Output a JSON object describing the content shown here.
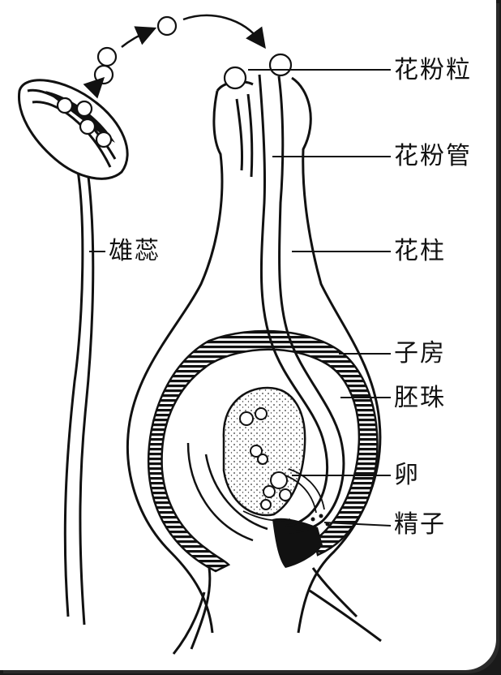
{
  "labels": {
    "pollen_grain": "花粉粒",
    "pollen_tube": "花粉管",
    "style": "花柱",
    "stamen": "雄蕊",
    "ovary": "子房",
    "ovule": "胚珠",
    "egg": "卵",
    "sperm": "精子"
  },
  "colors": {
    "ink": "#111111",
    "background": "#ffffff"
  }
}
